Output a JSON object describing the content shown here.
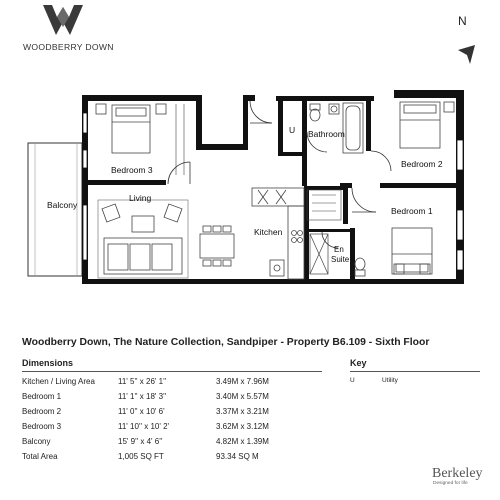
{
  "brand": {
    "logo_icon": "woodberry-w-icon",
    "name": "WOODBERRY DOWN"
  },
  "compass": {
    "letter": "N",
    "icon": "north-arrow-icon"
  },
  "floorplan": {
    "rooms": {
      "bedroom3": "Bedroom 3",
      "bathroom": "Bathroom",
      "bedroom2": "Bedroom 2",
      "balcony": "Balcony",
      "living": "Living",
      "kitchen": "Kitchen",
      "bedroom1": "Bedroom 1",
      "ensuite_line1": "En",
      "ensuite_line2": "Suite",
      "utility_code": "U"
    },
    "colors": {
      "wall": "#111111",
      "furniture": "#444444"
    }
  },
  "title": "Woodberry Down, The Nature Collection, Sandpiper - Property B6.109 - Sixth Floor",
  "dimensions": {
    "header": "Dimensions",
    "rows": [
      {
        "room": "Kitchen / Living Area",
        "imperial": "11' 5'' x 26' 1''",
        "metric": "3.49M x 7.96M"
      },
      {
        "room": "Bedroom 1",
        "imperial": "11' 1'' x 18' 3''",
        "metric": "3.40M x 5.57M"
      },
      {
        "room": "Bedroom 2",
        "imperial": "11' 0'' x 10' 6'",
        "metric": "3.37M x 3.21M"
      },
      {
        "room": "Bedroom 3",
        "imperial": "11' 10'' x 10' 2'",
        "metric": "3.62M x 3.12M"
      },
      {
        "room": "Balcony",
        "imperial": "15' 9'' x 4' 6''",
        "metric": "4.82M x 1.39M"
      },
      {
        "room": "Total Area",
        "imperial": "1,005 SQ FT",
        "metric": "93.34 SQ M"
      }
    ]
  },
  "key": {
    "header": "Key",
    "items": [
      {
        "code": "U",
        "description": "Utility"
      }
    ]
  },
  "developer": {
    "name": "Berkeley",
    "tagline": "Designed for life"
  }
}
